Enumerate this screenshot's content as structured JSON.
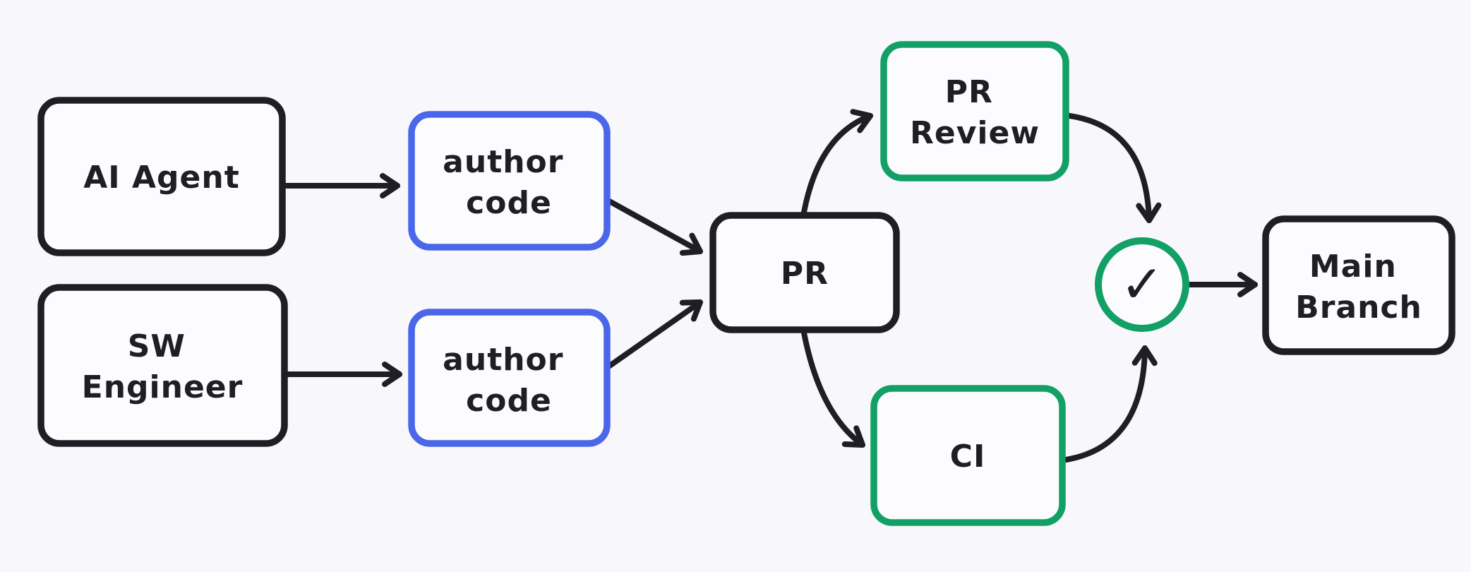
{
  "colors": {
    "bg": "#f8f8fc",
    "node_fill": "#fcfcfe",
    "ink": "#1e1e24",
    "blue": "#4b66e8",
    "green": "#12a066"
  },
  "diagram": {
    "nodes": {
      "ai_agent": {
        "lines": [
          "AI Agent"
        ],
        "border": "black"
      },
      "author_code_top": {
        "lines": [
          "author",
          "code"
        ],
        "border": "blue"
      },
      "sw_engineer": {
        "lines": [
          "SW",
          "Engineer"
        ],
        "border": "black"
      },
      "author_code_bottom": {
        "lines": [
          "author",
          "code"
        ],
        "border": "blue"
      },
      "pr": {
        "lines": [
          "PR"
        ],
        "border": "black"
      },
      "pr_review": {
        "lines": [
          "PR",
          "Review"
        ],
        "border": "green"
      },
      "ci": {
        "lines": [
          "CI"
        ],
        "border": "green"
      },
      "main_branch": {
        "lines": [
          "Main",
          "Branch"
        ],
        "border": "black"
      }
    },
    "approval": {
      "icon": "check-icon",
      "glyph": "✓"
    },
    "edges": [
      {
        "from": "AI Agent",
        "to": "author code (top)"
      },
      {
        "from": "SW Engineer",
        "to": "author code (bottom)"
      },
      {
        "from": "author code (top)",
        "to": "PR"
      },
      {
        "from": "author code (bottom)",
        "to": "PR"
      },
      {
        "from": "PR",
        "to": "PR Review"
      },
      {
        "from": "PR",
        "to": "CI"
      },
      {
        "from": "PR Review",
        "to": "approval check"
      },
      {
        "from": "CI",
        "to": "approval check"
      },
      {
        "from": "approval check",
        "to": "Main Branch"
      }
    ]
  }
}
